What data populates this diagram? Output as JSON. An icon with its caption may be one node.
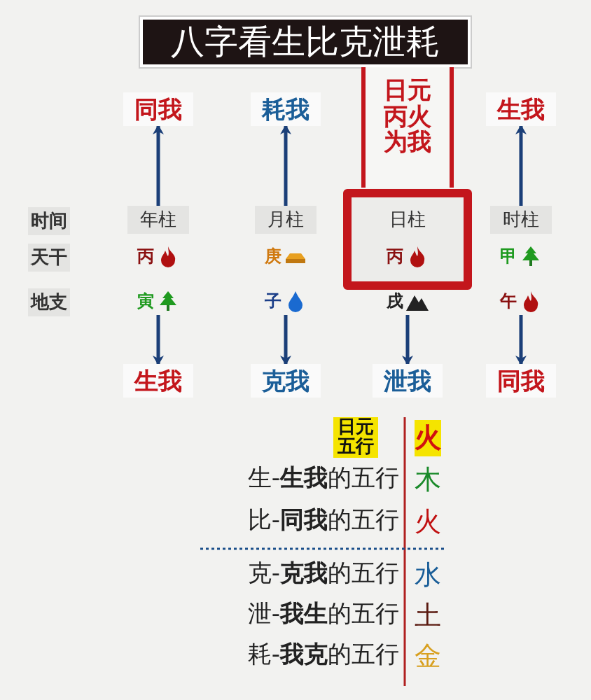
{
  "diagram": {
    "title": "八字看生比克泄耗",
    "nodes": [
      {
        "text": [
          "同我"
        ]
      },
      {
        "text": [
          "耗我"
        ]
      },
      {
        "text": [
          "日元丙火为我"
        ]
      },
      {
        "text": [
          "生我"
        ]
      },
      {
        "text": [
          "年柱"
        ]
      },
      {
        "text": [
          "月柱"
        ]
      },
      {
        "text": [
          "日柱"
        ]
      },
      {
        "text": [
          "时柱"
        ]
      },
      {
        "text": [
          "丙"
        ]
      },
      {
        "text": [
          "庚"
        ]
      },
      {
        "text": [
          "丙"
        ],
        "in": 6
      },
      {
        "text": [
          "甲"
        ]
      },
      {
        "text": [
          "寅"
        ]
      },
      {
        "text": [
          "子"
        ]
      },
      {
        "text": [
          "戌"
        ]
      },
      {
        "text": [
          "午"
        ]
      },
      {
        "text": [
          "生我"
        ]
      },
      {
        "text": [
          "克我"
        ]
      },
      {
        "text": [
          "泄我"
        ]
      },
      {
        "text": [
          "同我"
        ]
      }
    ],
    "edges": [
      {
        "from": 4,
        "to": 0,
        "arrow": "to"
      },
      {
        "from": 5,
        "to": 1,
        "arrow": "to"
      },
      {
        "from": 7,
        "to": 3,
        "arrow": "to"
      },
      {
        "from": 12,
        "to": 16,
        "arrow": "to"
      },
      {
        "from": 13,
        "to": 17,
        "arrow": "to"
      },
      {
        "from": 14,
        "to": 18,
        "arrow": "to"
      },
      {
        "from": 15,
        "to": 19,
        "arrow": "to"
      }
    ],
    "labels": [
      "时间",
      "天干",
      "地支",
      "日元五行",
      "火",
      "生-**生我**的五行",
      "木",
      "比-**同我**的五行",
      "火",
      "克-**克我**的五行",
      "水",
      "泄-**我生**的五行",
      "土",
      "耗-**我克**的五行",
      "金"
    ]
  }
}
